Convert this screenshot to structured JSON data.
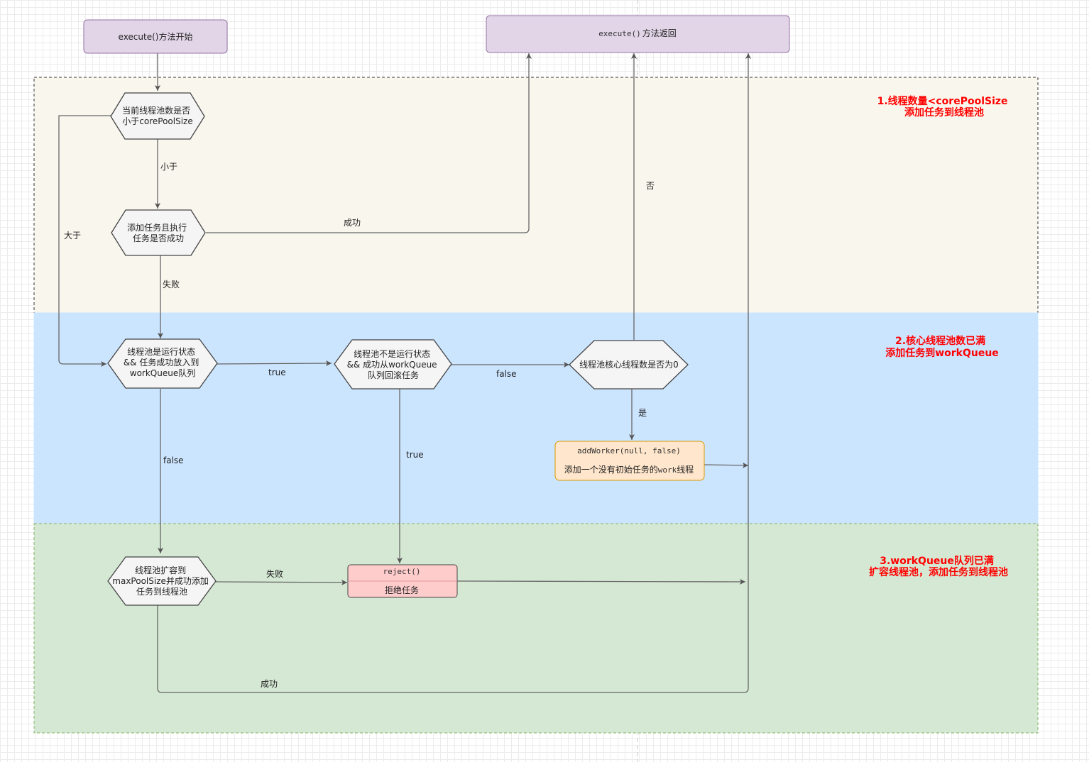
{
  "nodes": {
    "start": "execute()方法开始",
    "end_prefix": "execute",
    "end_parens": "()",
    "end_suffix": "方法返回",
    "d1": [
      "当前线程池数是否",
      "小于corePoolSize"
    ],
    "d2": [
      "添加任务且执行",
      "任务是否成功"
    ],
    "d3": [
      "线程池是运行状态",
      "&& 任务成功放入到",
      "workQueue队列"
    ],
    "d4": [
      "线程池不是运行状态",
      "&& 成功从workQueue",
      "队列回滚任务"
    ],
    "d5": "线程池核心线程数是否为0",
    "add_worker_code": "addWorker(null, false)",
    "add_worker_desc_a": "添加一个没有初始任务的",
    "add_worker_desc_b": "work",
    "add_worker_desc_c": "线程",
    "d6": [
      "线程池扩容到",
      "maxPoolSize并成功添加",
      "任务到线程池"
    ],
    "reject_code": "reject()",
    "reject_desc": "拒绝任务"
  },
  "edges": {
    "less": "小于",
    "greater": "大于",
    "success1": "成功",
    "fail1": "失败",
    "no": "否",
    "true1": "true",
    "false1": "false",
    "yes": "是",
    "false2": "false",
    "true2": "true",
    "fail2": "失败",
    "success2": "成功"
  },
  "notes": {
    "zone1": [
      "1.线程数量<corePoolSize",
      "添加任务到线程池"
    ],
    "zone2": [
      "2.核心线程池数已满",
      "添加任务到workQueue"
    ],
    "zone3": [
      "3.workQueue队列已满",
      "扩容线程池，添加任务到线程池"
    ]
  },
  "colors": {
    "zone1": "#f9f7ed",
    "zone2": "#cce5ff",
    "zone3": "#d5e8d4",
    "purple_fill": "#e1d5e7",
    "purple_stroke": "#9673a6",
    "orange_fill": "#ffe6cc",
    "orange_stroke": "#d79b00",
    "red_fill": "#ffcccc",
    "red_stroke": "#b85450",
    "note": "#ff0000"
  }
}
